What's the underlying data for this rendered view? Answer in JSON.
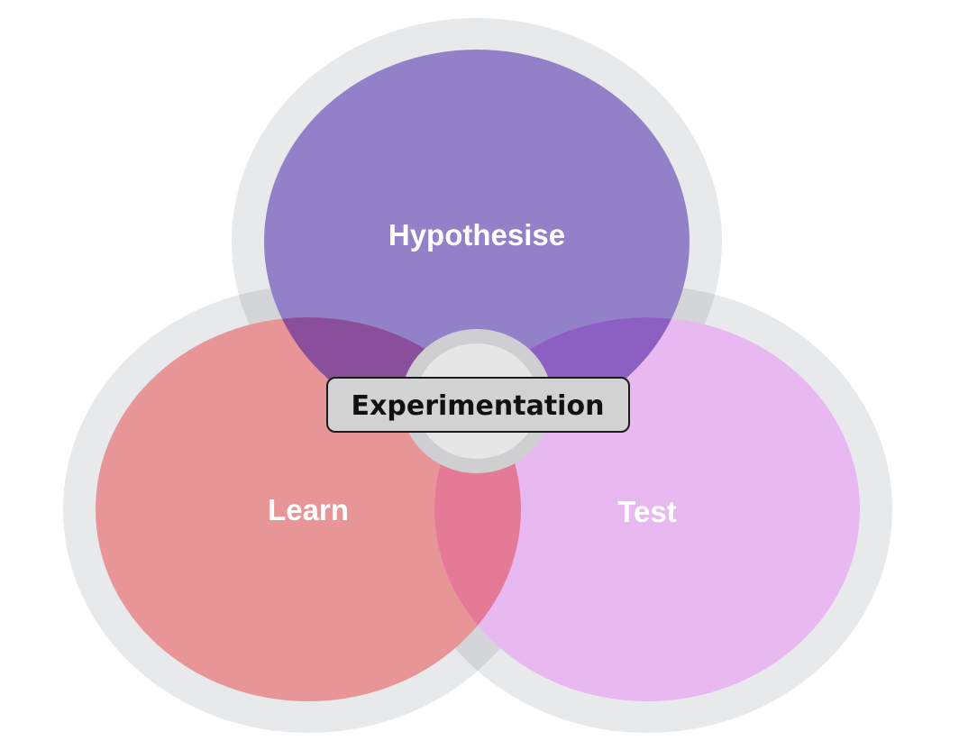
{
  "diagram": {
    "type": "venn",
    "sets": [
      {
        "id": "hypothesise",
        "label": "Hypothesise",
        "color": "#9281c8"
      },
      {
        "id": "learn",
        "label": "Learn",
        "color": "#e89597"
      },
      {
        "id": "test",
        "label": "Test",
        "color": "#e8b8f0"
      }
    ],
    "center": {
      "label": "Experimentation",
      "badge_color": "#d2d2d2",
      "border_color": "#1a1a1a"
    },
    "ring_color": "#e6e7e9",
    "overlap_colors": {
      "hypothesise_learn": "#8a4f9b",
      "hypothesise_test": "#8b60c2",
      "learn_test": "#e47a95"
    }
  }
}
